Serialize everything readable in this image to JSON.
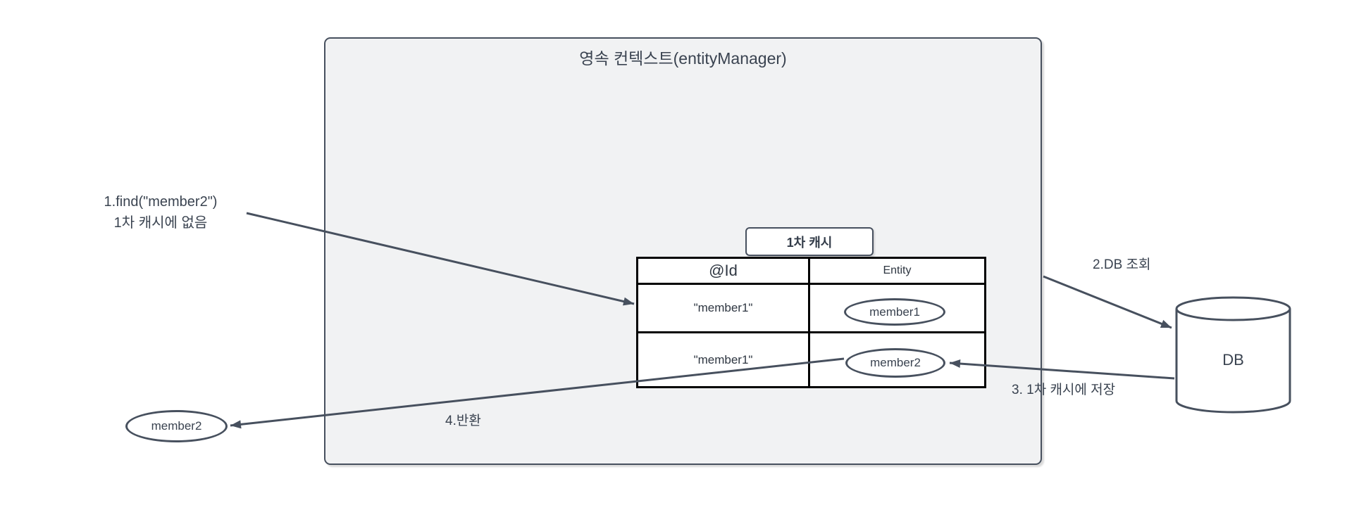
{
  "container": {
    "title": "영속 컨텍스트(entityManager)"
  },
  "cache": {
    "label": "1차 캐시"
  },
  "table": {
    "headers": {
      "id": "@Id",
      "entity": "Entity"
    },
    "rows": [
      {
        "id": "\"member1\"",
        "entity": "member1"
      },
      {
        "id": "\"member1\"",
        "entity": "member2"
      }
    ]
  },
  "db": {
    "label": "DB"
  },
  "result": {
    "label": "member2"
  },
  "steps": {
    "step1_line1": "1.find(\"member2\")",
    "step1_line2": "1차 캐시에 없음",
    "step2": "2.DB 조회",
    "step3": "3. 1차 캐시에 저장",
    "step4": "4.반환"
  },
  "colors": {
    "stroke": "#47505e",
    "table_border": "#000000",
    "container_fill": "#f1f2f3",
    "text": "#3a4350"
  }
}
